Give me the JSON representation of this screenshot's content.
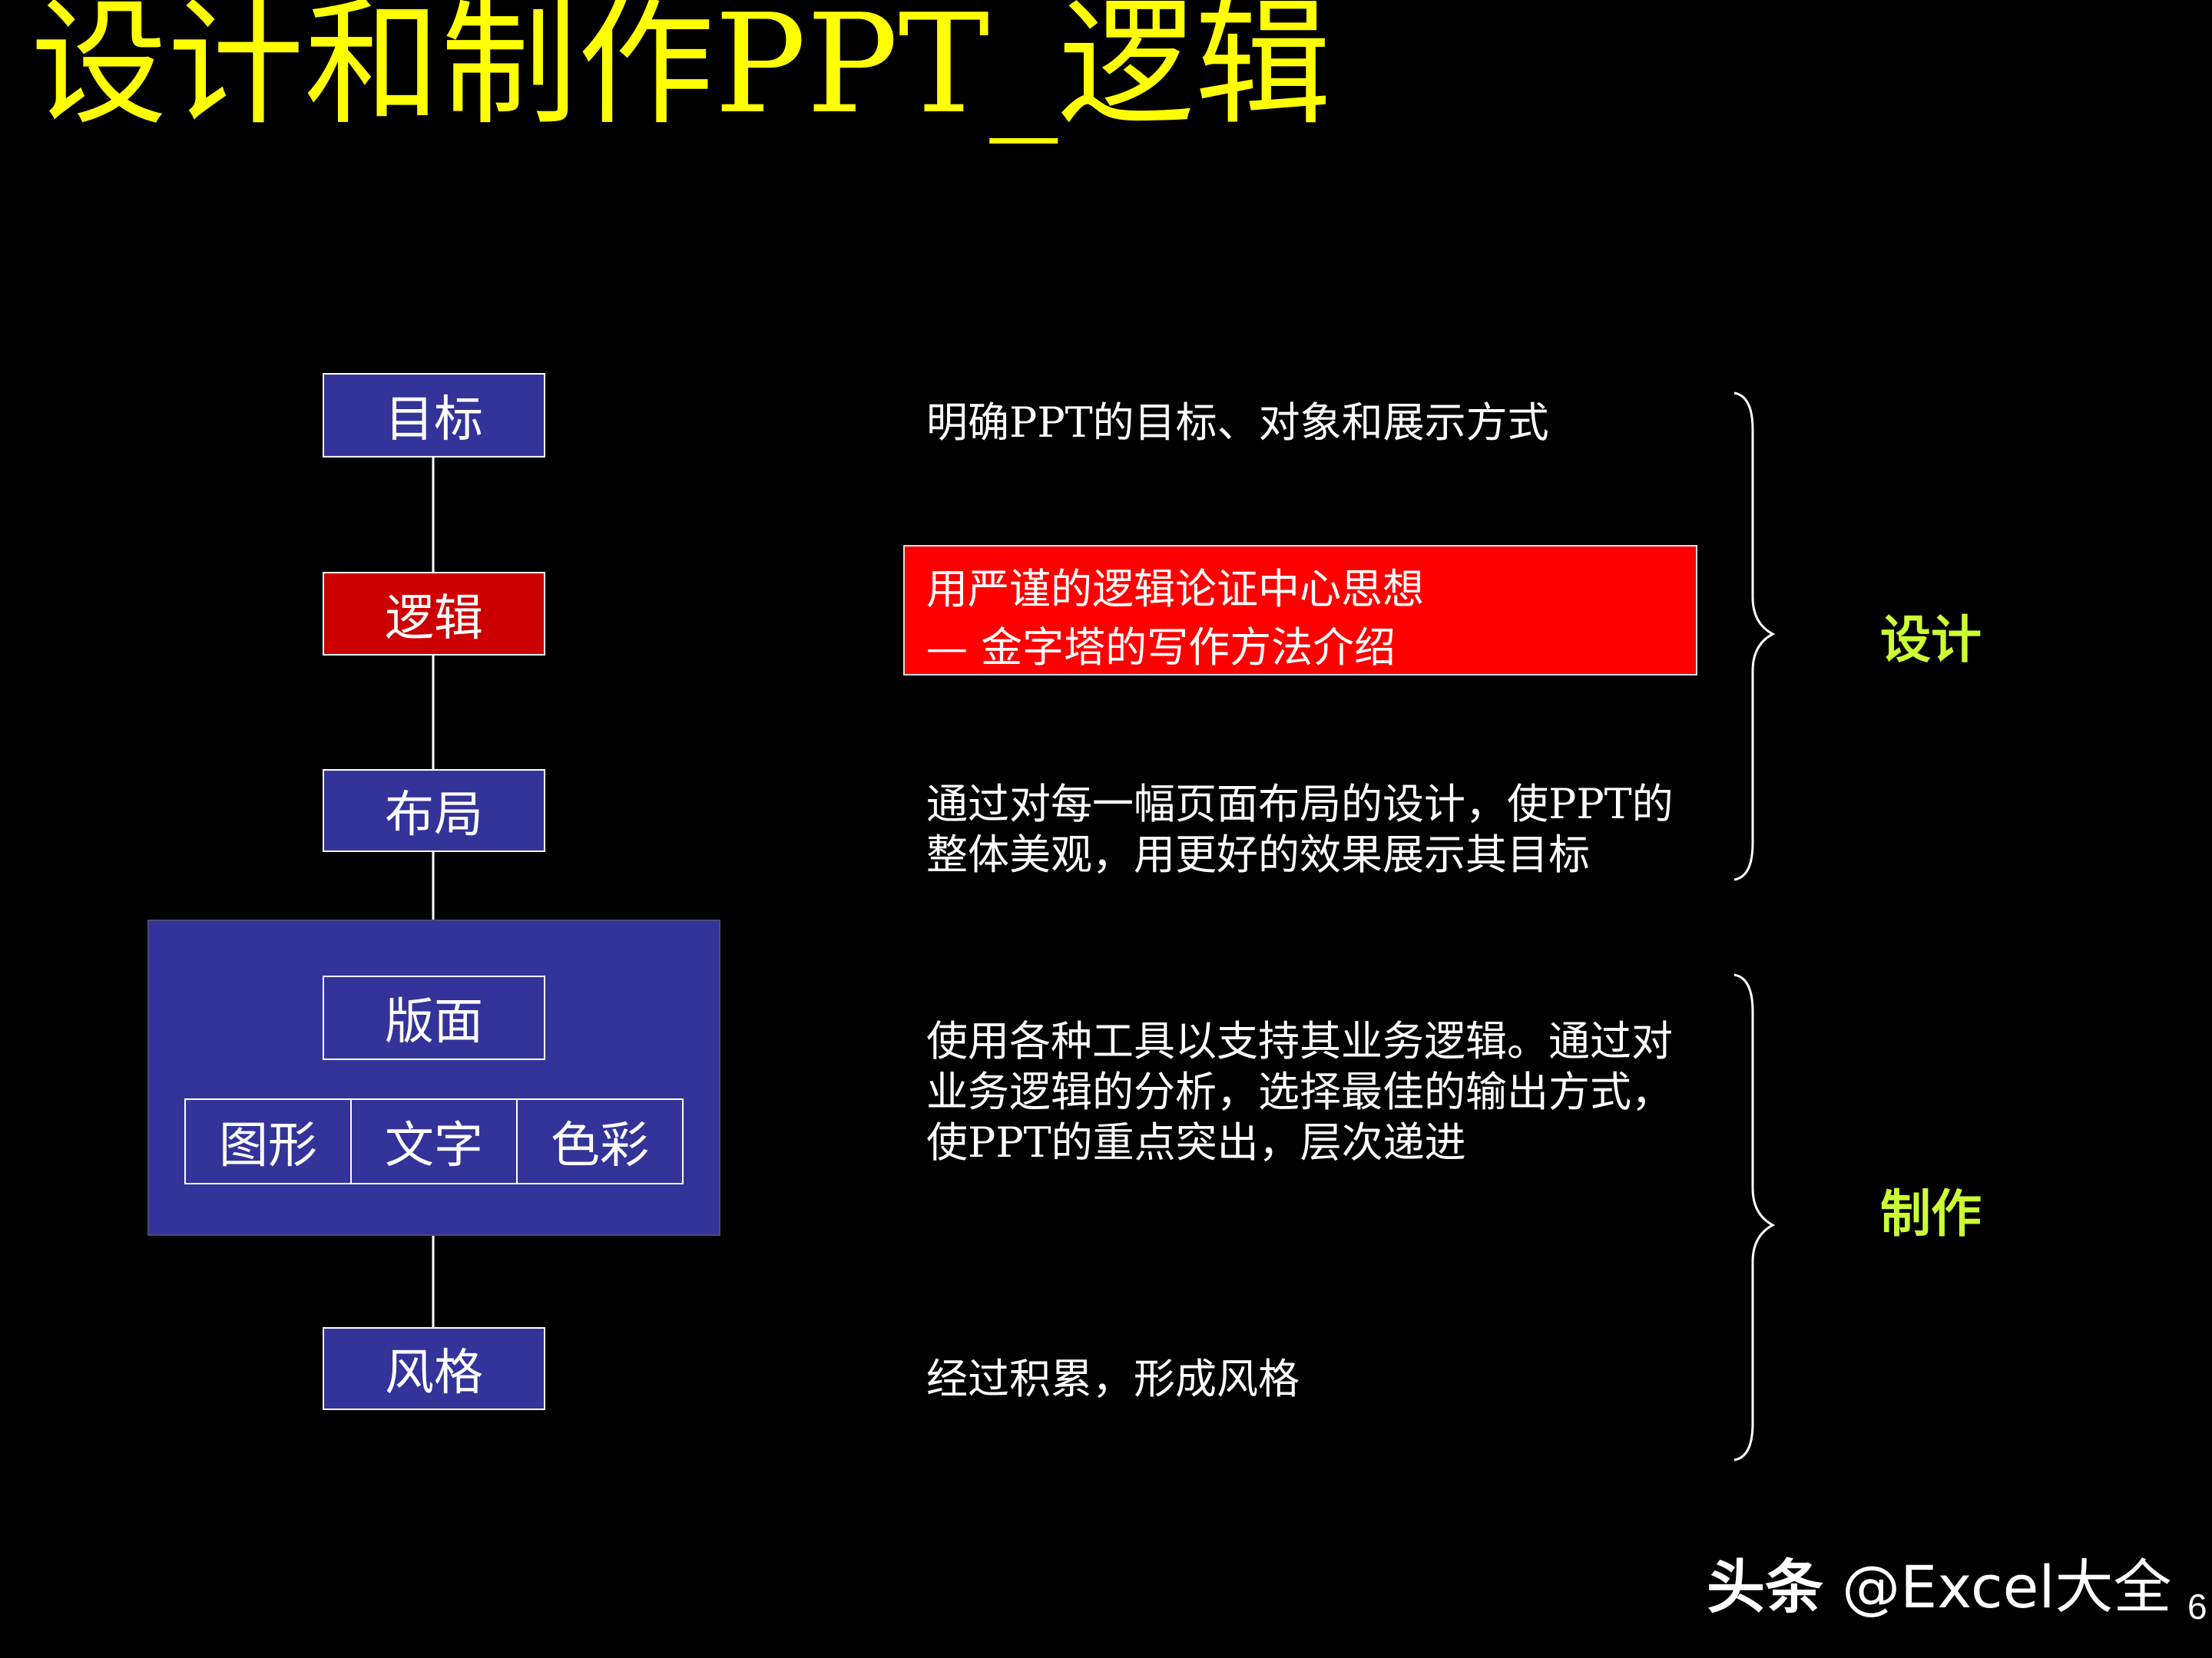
{
  "title": "设计和制作PPT_逻辑",
  "colors": {
    "background": "#000000",
    "title": "#ffff00",
    "box_fill": "#333399",
    "active_box_fill": "#cc0000",
    "highlight_fill": "#ff0000",
    "phase_label": "#ccff33"
  },
  "flow": {
    "step_goal": "目标",
    "step_logic": "逻辑",
    "step_layout": "布局",
    "step_page": "版面",
    "step_page_children": [
      "图形",
      "文字",
      "色彩"
    ],
    "step_style": "风格",
    "active_step": "逻辑"
  },
  "descriptions": {
    "goal": "明确PPT的目标、对象和展示方式",
    "logic_line1": "用严谨的逻辑论证中心思想",
    "logic_line2": "— 金字塔的写作方法介绍",
    "layout_line1": "通过对每一幅页面布局的设计，使PPT的",
    "layout_line2": "整体美观，用更好的效果展示其目标",
    "page_line1": "使用各种工具以支持其业务逻辑。通过对",
    "page_line2": "业务逻辑的分析，选择最佳的输出方式，",
    "page_line3": "使PPT的重点突出，层次递进",
    "style": "经过积累，形成风格"
  },
  "phases": {
    "design": "设计",
    "production": "制作"
  },
  "watermark": {
    "brand": "头条",
    "handle": "@Excel大全"
  },
  "page_number": "6"
}
